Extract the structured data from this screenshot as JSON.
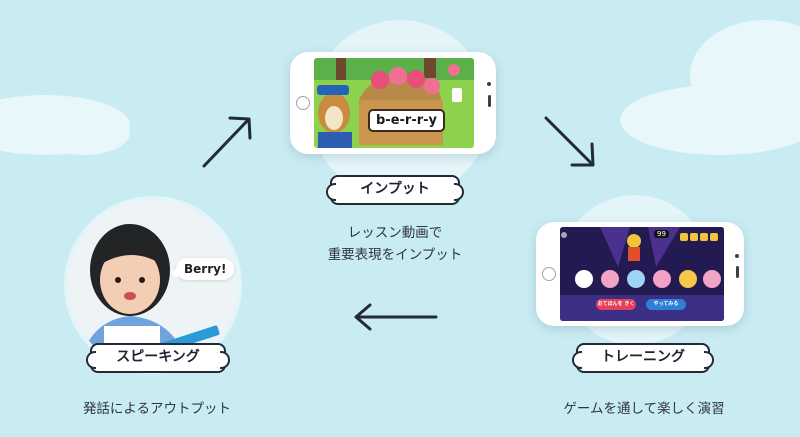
{
  "steps": {
    "input": {
      "label": "インプット",
      "caption_line1": "レッスン動画で",
      "caption_line2": "重要表現をインプット"
    },
    "training": {
      "label": "トレーニング",
      "caption": "ゲームを通して楽しく演習"
    },
    "speaking": {
      "label": "スピーキング",
      "caption": "発話によるアウトプット"
    }
  },
  "input_screen": {
    "word": "b-e-r-r-y"
  },
  "speaking_photo": {
    "bubble": "Berry!"
  },
  "training_screen": {
    "score": "99",
    "button_left": "おてほんを きく",
    "button_right": "やってみる"
  },
  "colors": {
    "background": "#c9ebf2",
    "label_border": "#232a38",
    "button_red": "#e5405a",
    "button_blue": "#2f7fd6"
  }
}
